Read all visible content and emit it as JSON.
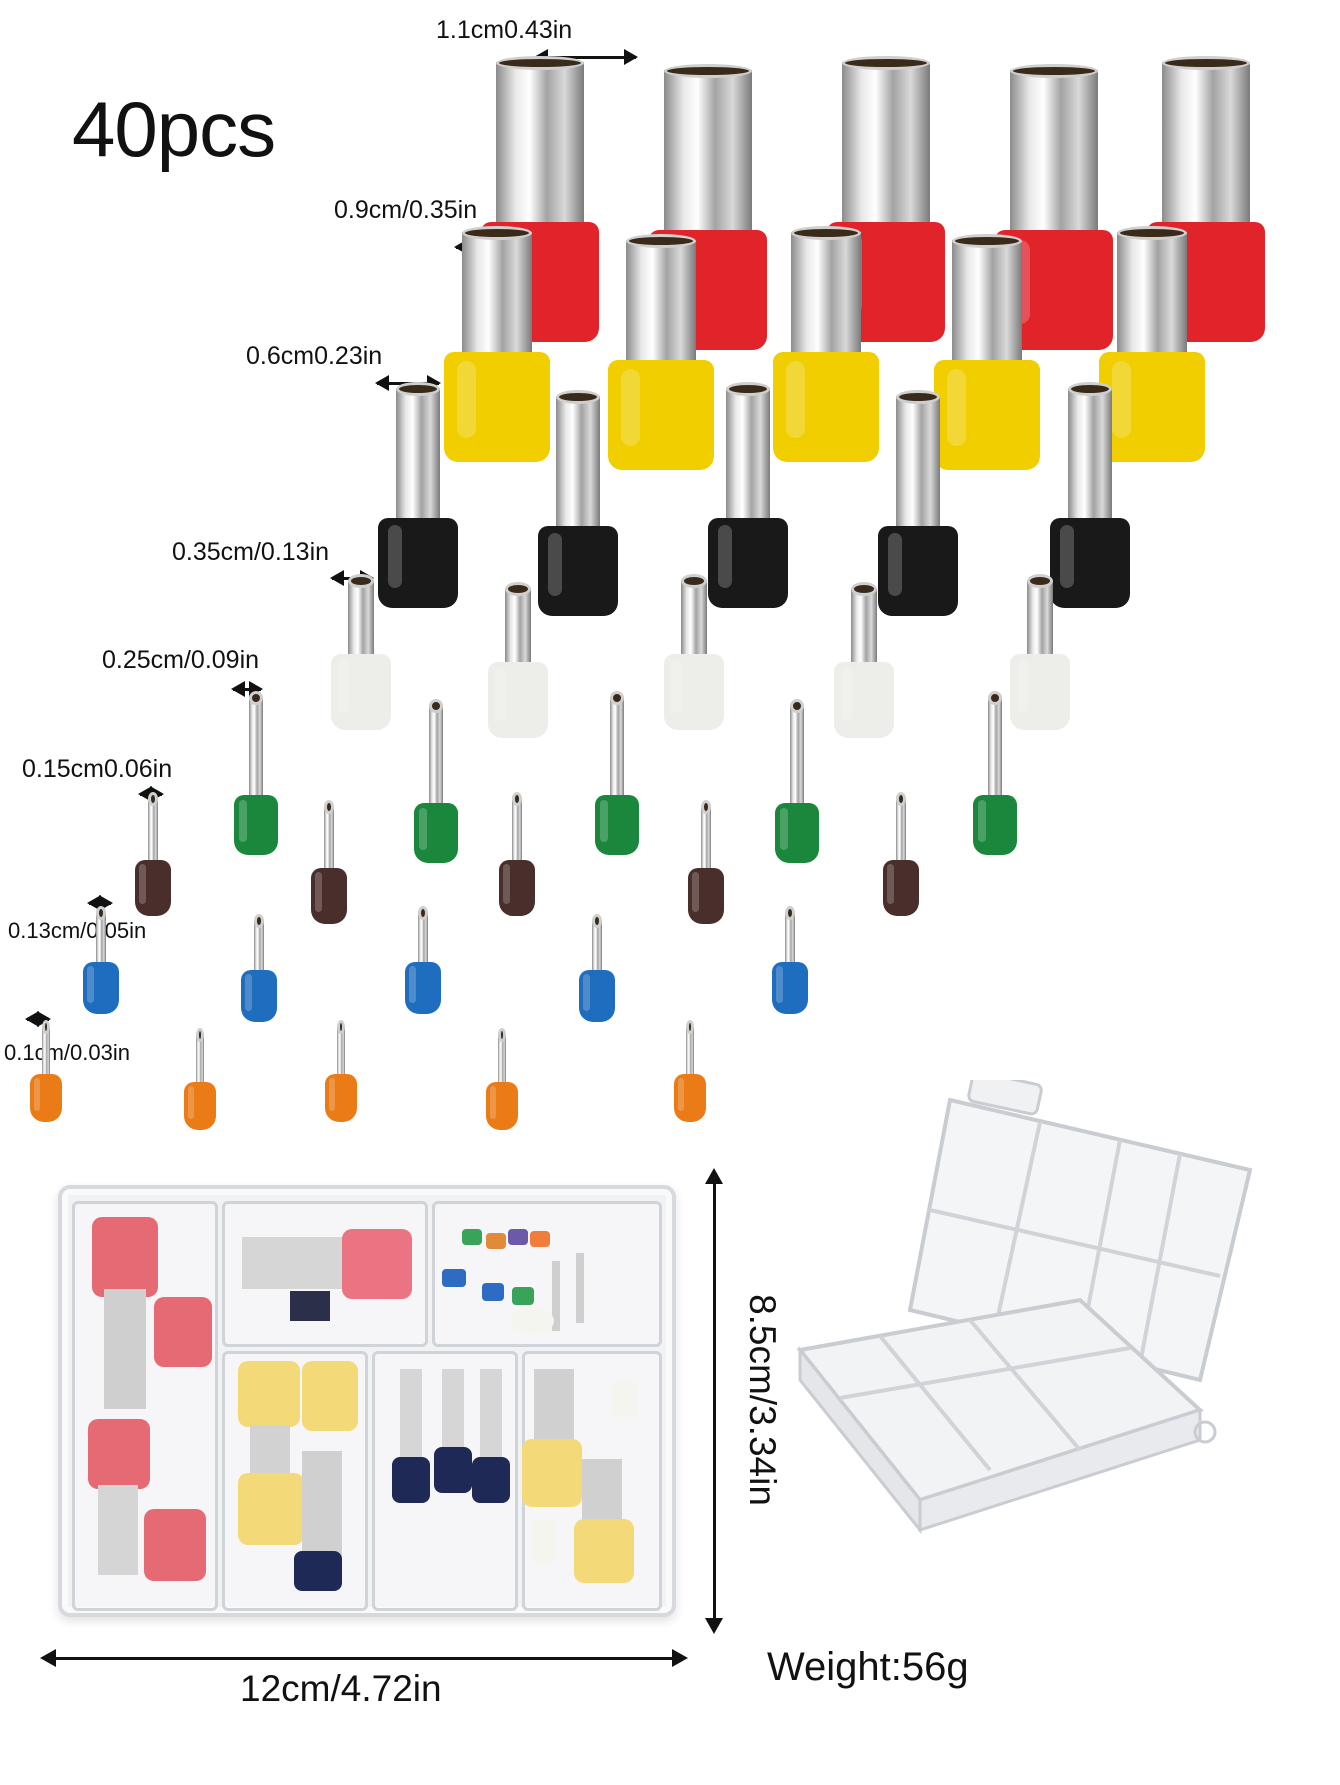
{
  "headline": {
    "count": "40pcs"
  },
  "sizes": [
    {
      "label": "1.1cm0.43in",
      "color": "#e5252b"
    },
    {
      "label": "0.9cm/0.35in",
      "color": "#f5d200"
    },
    {
      "label": "0.6cm0.23in",
      "color": "#1a1a1a"
    },
    {
      "label": "0.35cm/0.13in",
      "color": "#f2f2ee"
    },
    {
      "label": "0.25cm/0.09in",
      "color": "#1c8a3e"
    },
    {
      "label": "0.15cm0.06in",
      "color": "#4a2f2c"
    },
    {
      "label": "0.13cm/0.05in",
      "color": "#1f6fc2"
    },
    {
      "label": "0.1cm/0.03in",
      "color": "#f07d16"
    }
  ],
  "box": {
    "width_label": "12cm/4.72in",
    "height_label": "8.5cm/3.34in",
    "weight_label": "Weight:56g"
  }
}
